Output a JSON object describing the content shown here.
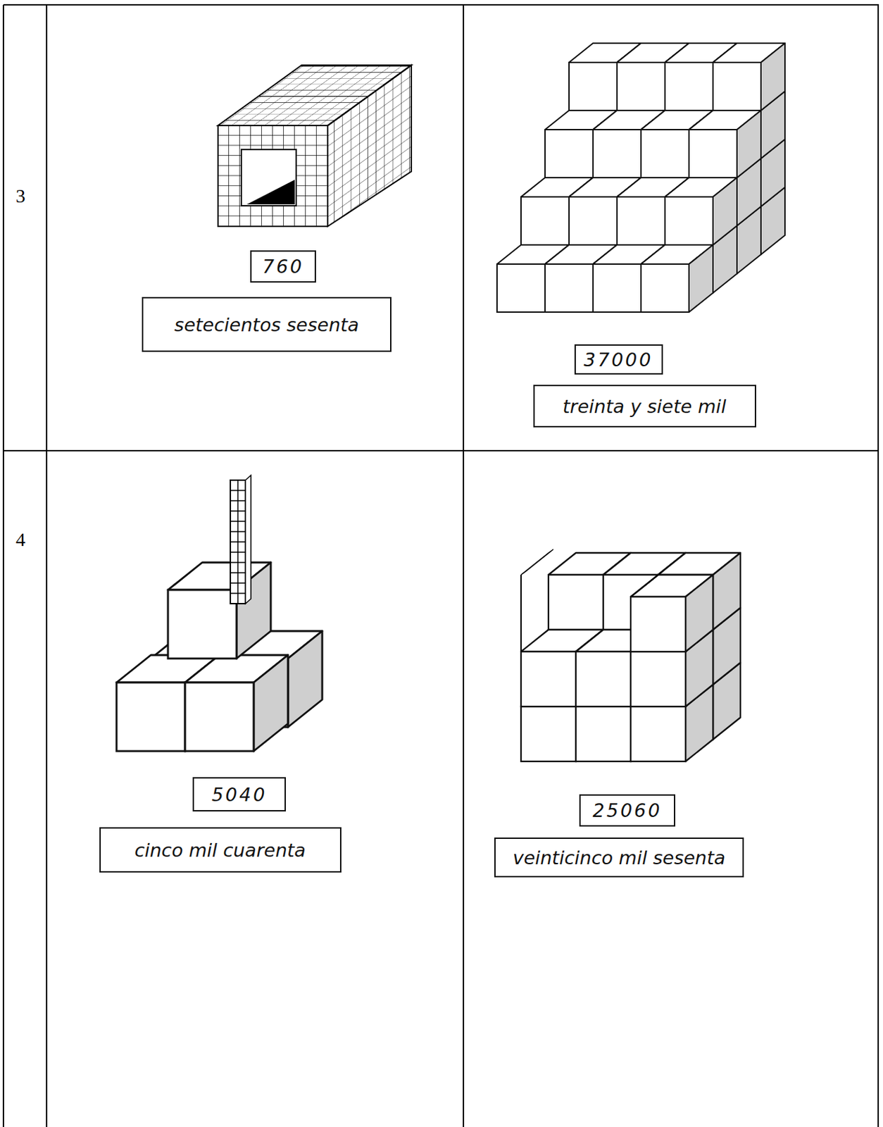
{
  "diagram": {
    "nodes": [
      {
        "text": [
          "760"
        ]
      },
      {
        "text": [
          "setecientos sesenta"
        ]
      },
      {
        "text": [
          "37000"
        ]
      },
      {
        "text": [
          "treinta y siete mil"
        ]
      },
      {
        "text": [
          "5040"
        ]
      },
      {
        "text": [
          "cinco mil cuarenta"
        ]
      },
      {
        "text": [
          "25060"
        ]
      },
      {
        "text": [
          "veinticinco mil sesenta"
        ]
      }
    ],
    "labels": [
      "3",
      "4"
    ]
  }
}
